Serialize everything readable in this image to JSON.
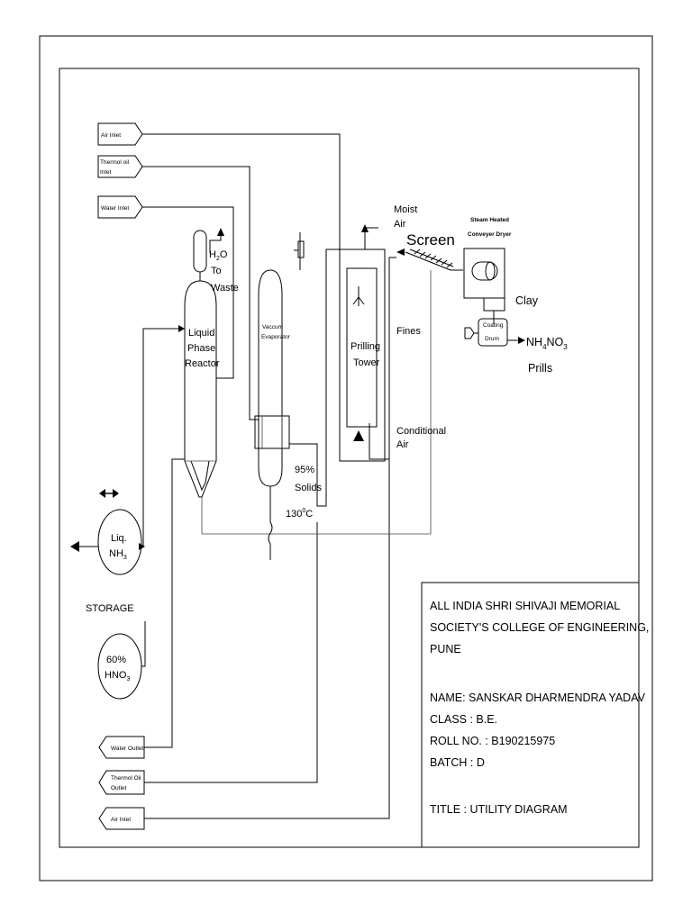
{
  "utility_tags": {
    "air_inlet_top": "Air Inlet",
    "thermal_oil_inlet": "Thermol oil Inlet",
    "water_inlet": "Water Inlet",
    "water_outlet": "Water Outlet",
    "thermal_oil_outlet": "Thermol Oil Outlet",
    "air_inlet_bottom": "Air Inlet"
  },
  "equipment": {
    "reactor": [
      "Liquid",
      "Phase",
      "Reactor"
    ],
    "evaporator": [
      "Vaccum",
      "Evaporator"
    ],
    "prilling_tower": [
      "Prilling",
      "Tower"
    ],
    "dryer": [
      "Steam Heated",
      "Conveyer Dryer"
    ],
    "coating_drum": [
      "Coating",
      "Drum"
    ],
    "screen": "Screen",
    "storage": "STORAGE",
    "ammonia_tank": {
      "line1": "Liq.",
      "line2_main": "NH",
      "line2_sub": "3"
    },
    "nitric_tank": {
      "line1": "60%",
      "line2_main": "HNO",
      "line2_sub": "3"
    }
  },
  "streams": {
    "h2o_main1": "H",
    "h2o_sub": "2",
    "h2o_main2": "O",
    "to_label": "To",
    "waste_label": "Waste",
    "moist_air": [
      "Moist",
      "Air"
    ],
    "fines": "Fines",
    "conditional_air": [
      "Conditional",
      "Air"
    ],
    "solids": [
      "95%",
      "Solids"
    ],
    "temp_main": "130",
    "temp_sup": "0",
    "temp_unit": "C",
    "clay": "Clay",
    "product_nh": "NH",
    "product_sub1": "4",
    "product_no": "NO",
    "product_sub2": "3",
    "prills": "Prills"
  },
  "title_block": {
    "institute": [
      "ALL INDIA SHRI SHIVAJI MEMORIAL",
      "SOCIETY'S COLLEGE OF ENGINEERING,",
      "PUNE"
    ],
    "name": "NAME: SANSKAR DHARMENDRA YADAV",
    "class": "CLASS : B.E.",
    "roll": "ROLL NO. : B190215975",
    "batch": "BATCH : D",
    "title": "TITLE : UTILITY DIAGRAM"
  }
}
